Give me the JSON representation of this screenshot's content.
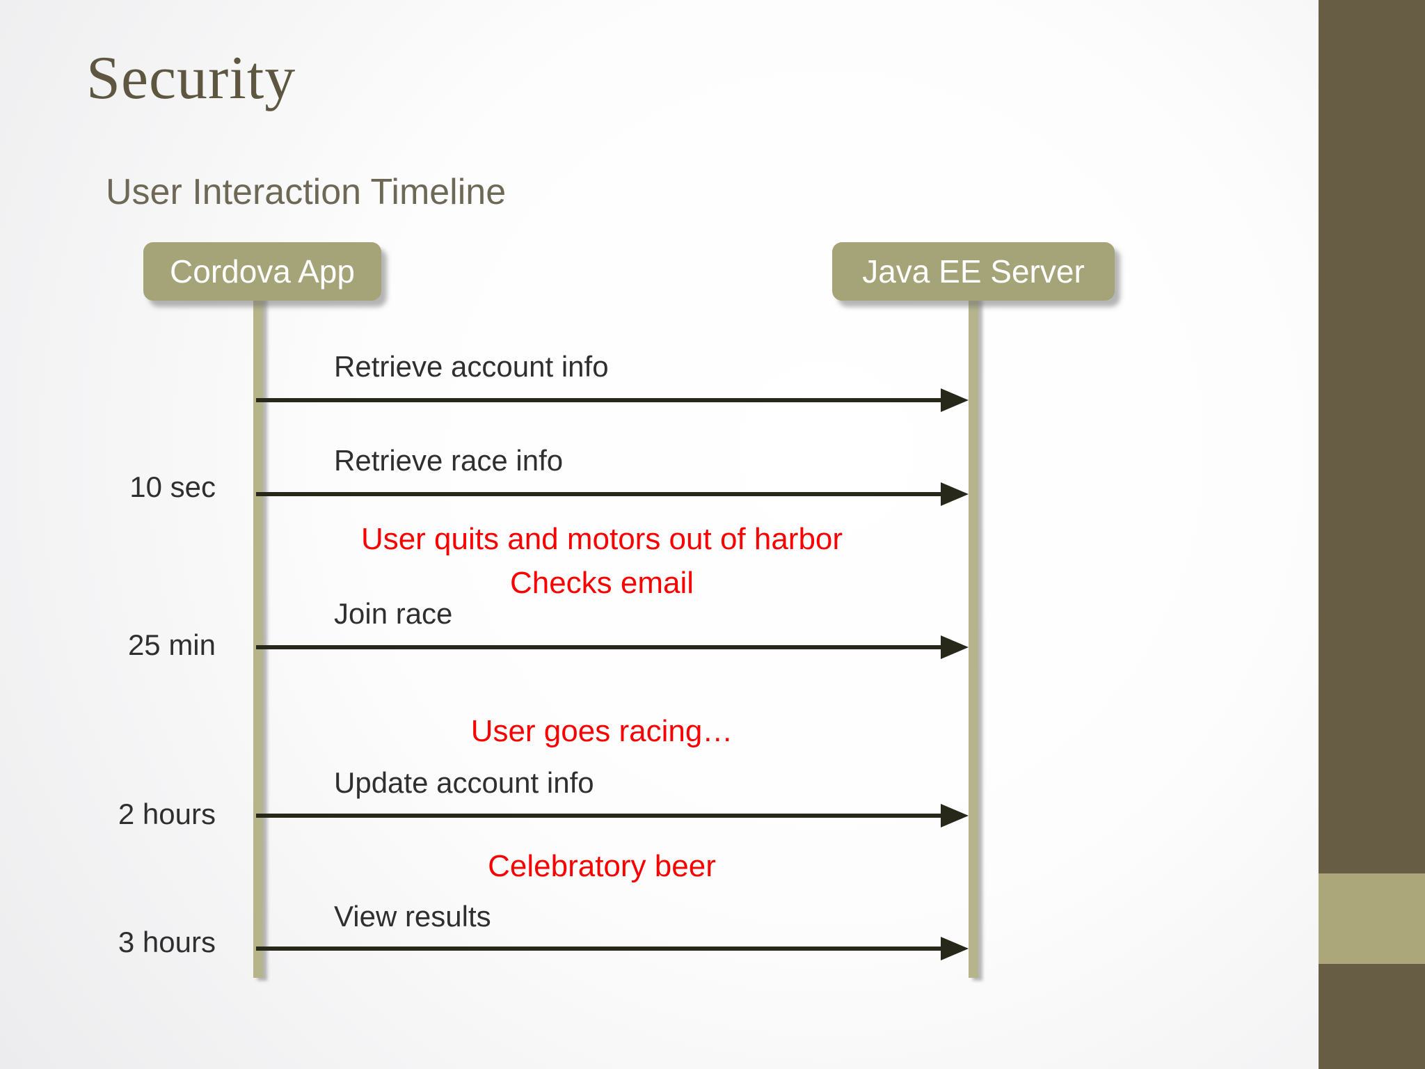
{
  "slide": {
    "title": "Security",
    "subtitle": "User Interaction Timeline"
  },
  "diagram": {
    "actors": [
      {
        "id": "cordova-app",
        "label": "Cordova App"
      },
      {
        "id": "java-ee-server",
        "label": "Java EE Server"
      }
    ],
    "messages": [
      {
        "label": "Retrieve account info",
        "time": ""
      },
      {
        "label": "Retrieve race info",
        "time": "10 sec"
      },
      {
        "label": "Join race",
        "time": "25 min"
      },
      {
        "label": "Update account info",
        "time": "2 hours"
      },
      {
        "label": "View results",
        "time": "3 hours"
      }
    ],
    "annotations": [
      {
        "text": "User quits and motors out of harbor"
      },
      {
        "text": "Checks email"
      },
      {
        "text": "User goes racing…"
      },
      {
        "text": "Celebratory beer"
      }
    ],
    "colors": {
      "actor_fill": "#a4a478",
      "lifeline": "#b5b48b",
      "arrow": "#27271a",
      "annotation_red": "#fb0000",
      "sidebar": "#675d45",
      "sidebar_accent": "#aca67b",
      "title": "#5d5742",
      "subtitle": "#6e6957",
      "message_text": "#2f2f2f"
    }
  }
}
